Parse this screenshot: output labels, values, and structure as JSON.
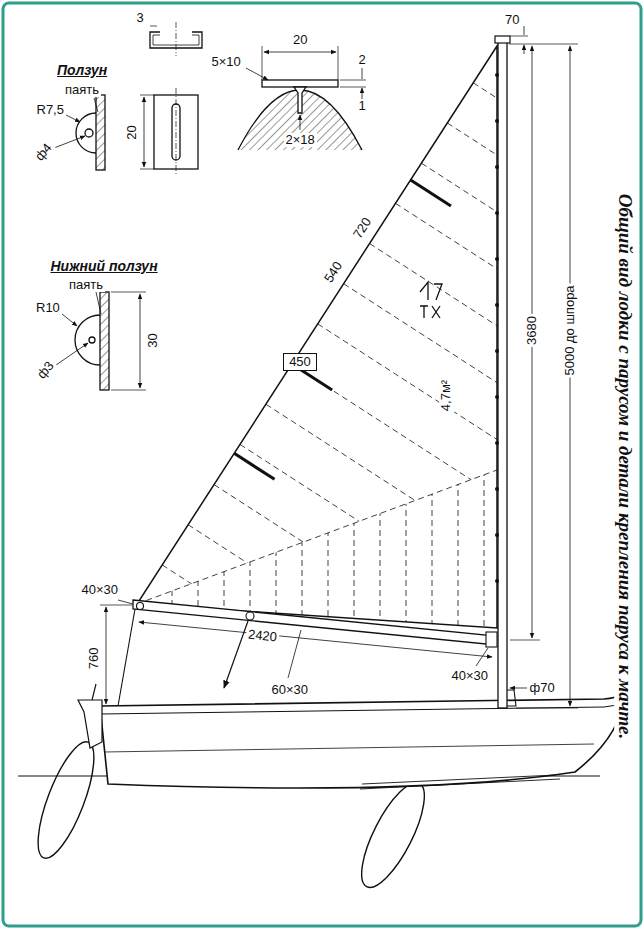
{
  "diagram": {
    "caption": "Общий вид лодки с парусом и детали крепления паруса к мачте.",
    "nodes": [
      {
        "text": [
          "450"
        ]
      }
    ],
    "labels": [
      "Ползун",
      "паять",
      "R7,5",
      "ф4",
      "3",
      "20",
      "20",
      "2",
      "1",
      "5×10",
      "2×18",
      "Нижний ползун",
      "паять",
      "R10",
      "ф3",
      "30",
      "70",
      "720",
      "540",
      "4,7м²",
      "3680",
      "5000 до шпора",
      "40×30",
      "760",
      "2420",
      "60×30",
      "40×30",
      "ф70"
    ]
  }
}
